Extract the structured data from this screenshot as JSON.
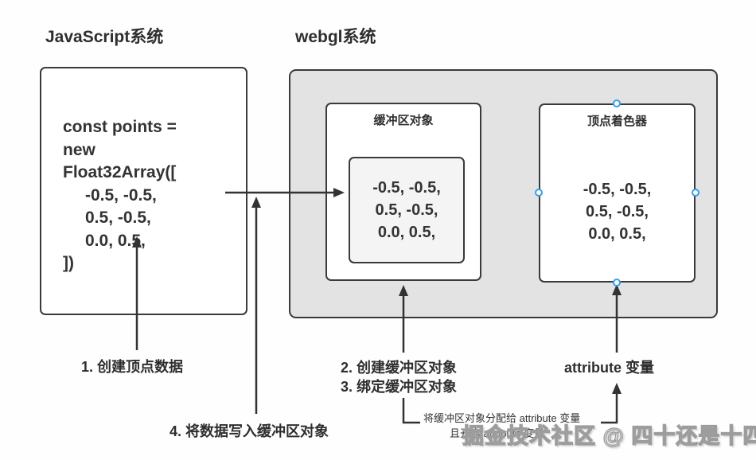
{
  "titles": {
    "javascript": "JavaScript系统",
    "webgl": "webgl系统"
  },
  "code_box": {
    "lines": [
      "const points =",
      "new",
      "Float32Array([",
      "-0.5, -0.5,",
      "0.5, -0.5,",
      "0.0, 0.5,",
      "])"
    ]
  },
  "buffer_box": {
    "title": "缓冲区对象",
    "values": [
      "-0.5, -0.5,",
      "0.5, -0.5,",
      "0.0, 0.5,"
    ]
  },
  "shader_box": {
    "title": "顶点着色器",
    "values": [
      "-0.5, -0.5,",
      "0.5, -0.5,",
      "0.0, 0.5,"
    ]
  },
  "labels": {
    "step1": "1. 创建顶点数据",
    "step2": "2. 创建缓冲区对象",
    "step3": "3. 绑定缓冲区对象",
    "step4": "4. 将数据写入缓冲区对象",
    "attribute": "attribute 变量",
    "assign_line1": "将缓冲区对象分配给 attribute 变量",
    "assign_line2": "且开启 attribute 变量"
  },
  "watermark": "掘金技术社区 @ 四十还是十四",
  "colors": {
    "box_border": "#3a3a3a",
    "arrow": "#333333",
    "webgl_fill": "#e3e3e3",
    "data_fill": "#f4f4f4",
    "selection_handle_blue": "#36a0e8"
  }
}
